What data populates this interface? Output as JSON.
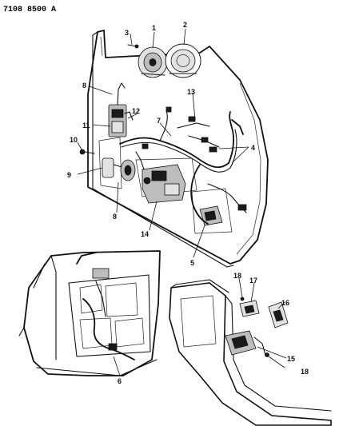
{
  "header": {
    "code": "7108 8500 A"
  },
  "callouts": {
    "c1": "1",
    "c2": "2",
    "c3": "3",
    "c4": "4",
    "c5": "5",
    "c6": "6",
    "c8a": "8",
    "c8b": "8",
    "c9": "9",
    "c10": "10",
    "c11": "11",
    "c12": "12",
    "c13": "13",
    "c14": "14",
    "c15": "15",
    "c16": "16",
    "c17": "17",
    "c18a": "18",
    "c18b": "18",
    "c7": "7"
  }
}
